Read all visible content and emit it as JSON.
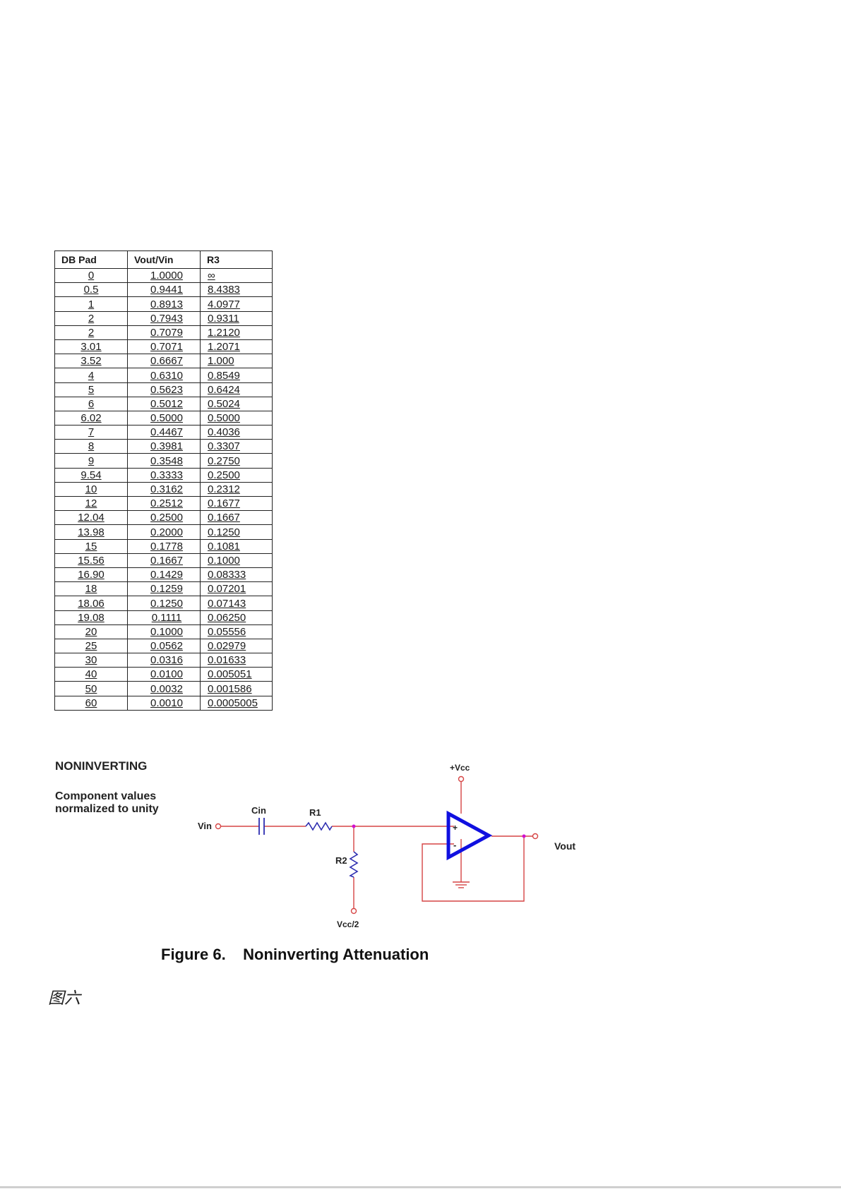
{
  "table": {
    "headers": [
      "DB Pad",
      "Vout/Vin",
      "R3"
    ],
    "rows": [
      [
        "0",
        "1.0000",
        "∞"
      ],
      [
        "0.5",
        "0.9441",
        "8.4383"
      ],
      [
        "1",
        "0.8913",
        "4.0977"
      ],
      [
        "2",
        "0.7943",
        "0.9311"
      ],
      [
        "2",
        "0.7079",
        "1.2120"
      ],
      [
        "3.01",
        "0.7071",
        "1.2071"
      ],
      [
        "3.52",
        "0.6667",
        "1.000"
      ],
      [
        "4",
        "0.6310",
        "0.8549"
      ],
      [
        "5",
        "0.5623",
        "0.6424"
      ],
      [
        "6",
        "0.5012",
        "0.5024"
      ],
      [
        "6.02",
        "0.5000",
        "0.5000"
      ],
      [
        "7",
        "0.4467",
        "0.4036"
      ],
      [
        "8",
        "0.3981",
        "0.3307"
      ],
      [
        "9",
        "0.3548",
        "0.2750"
      ],
      [
        "9.54",
        "0.3333",
        "0.2500"
      ],
      [
        "10",
        "0.3162",
        "0.2312"
      ],
      [
        "12",
        "0.2512",
        "0.1677"
      ],
      [
        "12.04",
        "0.2500",
        "0.1667"
      ],
      [
        "13.98",
        "0.2000",
        "0.1250"
      ],
      [
        "15",
        "0.1778",
        "0.1081"
      ],
      [
        "15.56",
        "0.1667",
        "0.1000"
      ],
      [
        "16.90",
        "0.1429",
        "0.08333"
      ],
      [
        "18",
        "0.1259",
        "0.07201"
      ],
      [
        "18.06",
        "0.1250",
        "0.07143"
      ],
      [
        "19.08",
        "0.1111",
        "0.06250"
      ],
      [
        "20",
        "0.1000",
        "0.05556"
      ],
      [
        "25",
        "0.0562",
        "0.02979"
      ],
      [
        "30",
        "0.0316",
        "0.01633"
      ],
      [
        "40",
        "0.0100",
        "0.005051"
      ],
      [
        "50",
        "0.0032",
        "0.001586"
      ],
      [
        "60",
        "0.0010",
        "0.0005005"
      ]
    ]
  },
  "circuit": {
    "heading": "NONINVERTING",
    "note_line1": "Component values",
    "note_line2": "normalized to unity",
    "labels": {
      "vin": "Vin",
      "cin": "Cin",
      "r1": "R1",
      "r2": "R2",
      "vcc_half": "Vcc/2",
      "vcc": "+Vcc",
      "vout": "Vout",
      "plus": "+",
      "minus": "-"
    },
    "colors": {
      "wire": "#d64545",
      "component": "#2d2db0",
      "opamp": "#1010e0",
      "junction": "#d010d0"
    }
  },
  "figure": {
    "number": "Figure 6.",
    "title": "Noninverting Attenuation",
    "note": "图六"
  }
}
